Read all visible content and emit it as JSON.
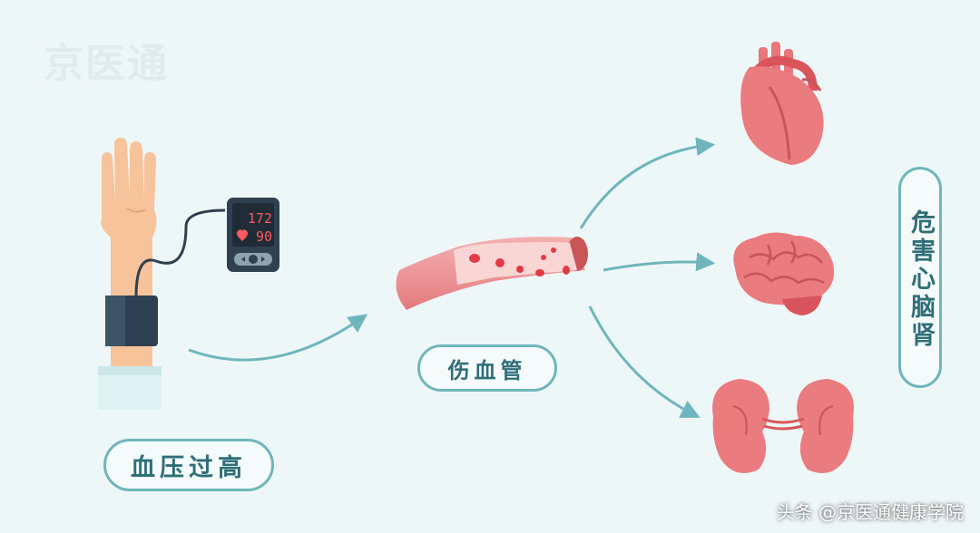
{
  "watermark": "京医通",
  "monitor": {
    "systolic": "172",
    "diastolic": "90"
  },
  "labels": {
    "high_bp": "血压过高",
    "vessel": "伤血管",
    "harm": "危害心脑肾"
  },
  "source": "头条 @京医通健康学院",
  "colors": {
    "background": "#eef7f8",
    "accent": "#6fb5bd",
    "text": "#2f6e79",
    "organ": "#e8767a"
  }
}
